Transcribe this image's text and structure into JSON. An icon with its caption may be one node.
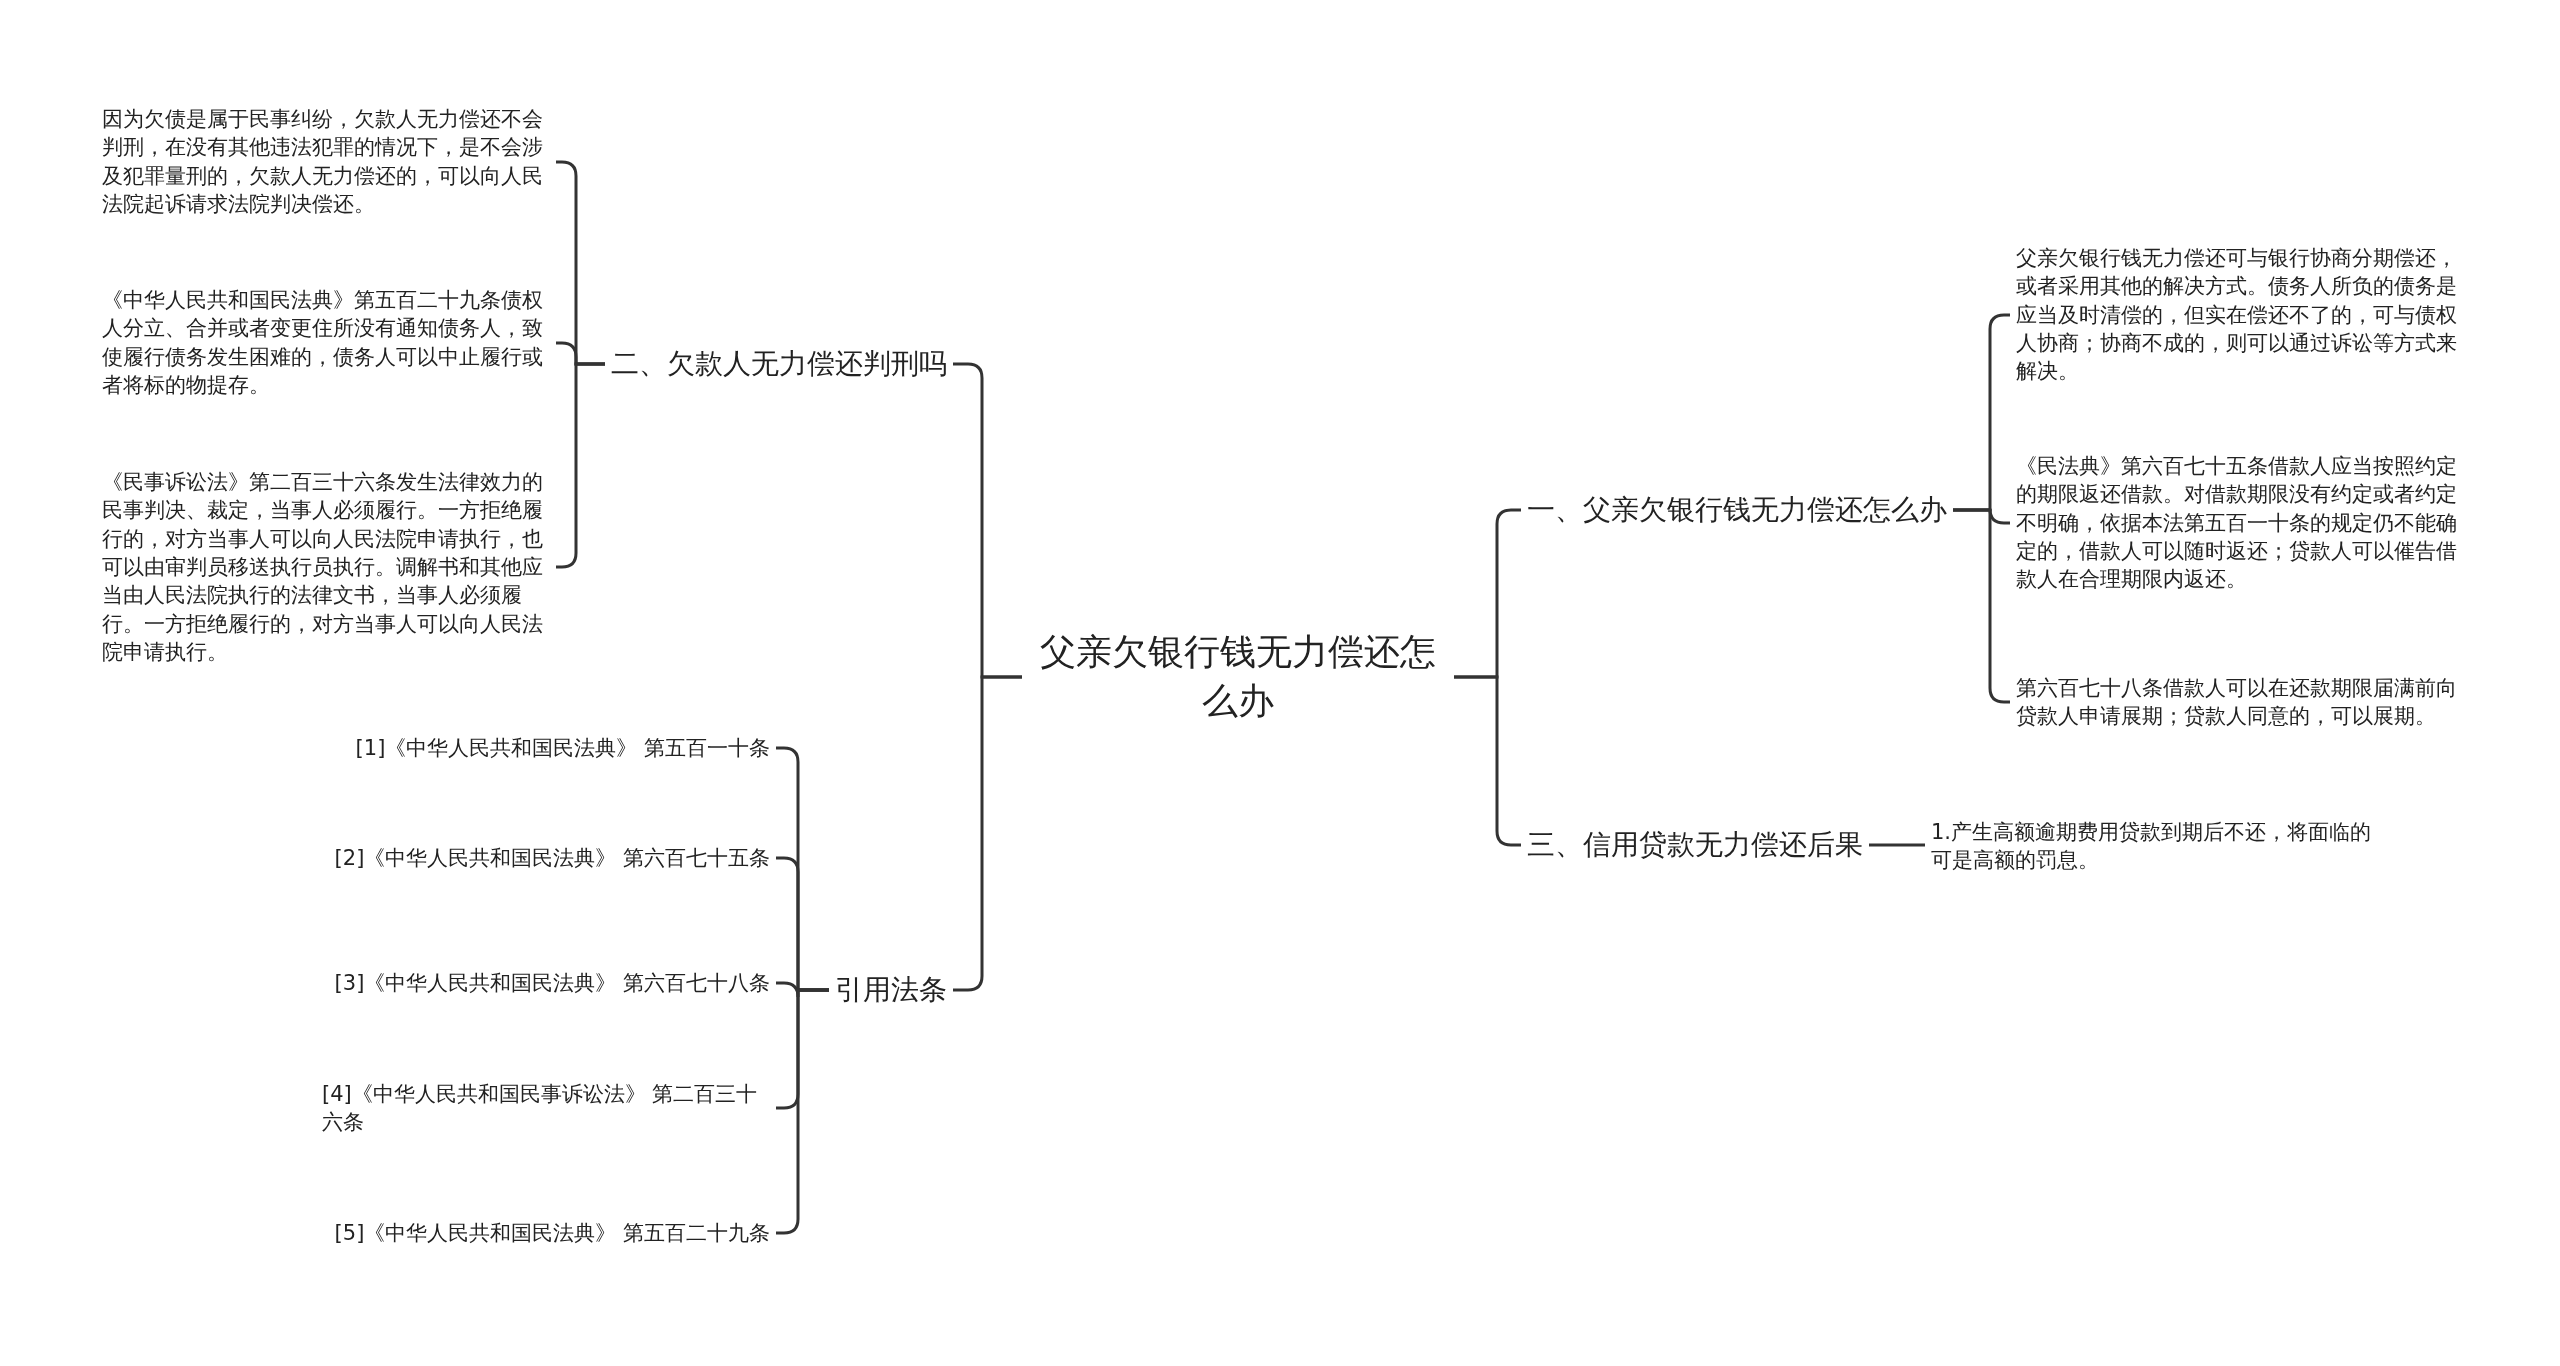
{
  "diagram": {
    "nodes": [
      {
        "text": [
          "父亲欠银行钱无力偿还怎么办"
        ]
      },
      {
        "text": [
          "二、欠款人无力偿还判刑吗"
        ]
      },
      {
        "text": [
          "因为欠债是属于民事纠纷，欠款人无力偿还不会判刑，在没有其他违法犯罪的情况下，是不会涉及犯罪量刑的，欠款人无力偿还的，可以向人民法院起诉请求法院判决偿还。"
        ]
      },
      {
        "text": [
          "《中华人民共和国民法典》第五百二十九条债权人分立、合并或者变更住所没有通知债务人，致使履行债务发生困难的，债务人可以中止履行或者将标的物提存。"
        ]
      },
      {
        "text": [
          "《民事诉讼法》第二百三十六条发生法律效力的民事判决、裁定，当事人必须履行。一方拒绝履行的，对方当事人可以向人民法院申请执行，也可以由审判员移送执行员执行。调解书和其他应当由人民法院执行的法律文书，当事人必须履行。一方拒绝履行的，对方当事人可以向人民法院申请执行。"
        ]
      },
      {
        "text": [
          "引用法条"
        ]
      },
      {
        "text": [
          "[1]《中华人民共和国民法典》 第五百一十条"
        ]
      },
      {
        "text": [
          "[2]《中华人民共和国民法典》 第六百七十五条"
        ]
      },
      {
        "text": [
          "[3]《中华人民共和国民法典》 第六百七十八条"
        ]
      },
      {
        "text": [
          "[4]《中华人民共和国民事诉讼法》 第二百三十六条"
        ]
      },
      {
        "text": [
          "[5]《中华人民共和国民法典》 第五百二十九条"
        ]
      },
      {
        "text": [
          "一、父亲欠银行钱无力偿还怎么办"
        ]
      },
      {
        "text": [
          "父亲欠银行钱无力偿还可与银行协商分期偿还，或者采用其他的解决方式。债务人所负的债务是应当及时清偿的，但实在偿还不了的，可与债权人协商；协商不成的，则可以通过诉讼等方式来解决。"
        ]
      },
      {
        "text": [
          "《民法典》第六百七十五条借款人应当按照约定的期限返还借款。对借款期限没有约定或者约定不明确，依据本法第五百一十条的规定仍不能确定的，借款人可以随时返还；贷款人可以催告借款人在合理期限内返还。"
        ]
      },
      {
        "text": [
          "第六百七十八条借款人可以在还款期限届满前向贷款人申请展期；贷款人同意的，可以展期。"
        ]
      },
      {
        "text": [
          "三、信用贷款无力偿还后果"
        ]
      },
      {
        "text": [
          "1.产生高额逾期费用贷款到期后不还，将面临的可是高额的罚息。"
        ]
      }
    ],
    "edges": [
      {
        "from": 0,
        "to": 1,
        "arrow": "none"
      },
      {
        "from": 1,
        "to": 2,
        "arrow": "none"
      },
      {
        "from": 1,
        "to": 3,
        "arrow": "none"
      },
      {
        "from": 1,
        "to": 4,
        "arrow": "none"
      },
      {
        "from": 0,
        "to": 5,
        "arrow": "none"
      },
      {
        "from": 5,
        "to": 6,
        "arrow": "none"
      },
      {
        "from": 5,
        "to": 7,
        "arrow": "none"
      },
      {
        "from": 5,
        "to": 8,
        "arrow": "none"
      },
      {
        "from": 5,
        "to": 9,
        "arrow": "none"
      },
      {
        "from": 5,
        "to": 10,
        "arrow": "none"
      },
      {
        "from": 0,
        "to": 11,
        "arrow": "none"
      },
      {
        "from": 11,
        "to": 12,
        "arrow": "none"
      },
      {
        "from": 11,
        "to": 13,
        "arrow": "none"
      },
      {
        "from": 11,
        "to": 14,
        "arrow": "none"
      },
      {
        "from": 0,
        "to": 15,
        "arrow": "none"
      },
      {
        "from": 15,
        "to": 16,
        "arrow": "none"
      }
    ]
  }
}
